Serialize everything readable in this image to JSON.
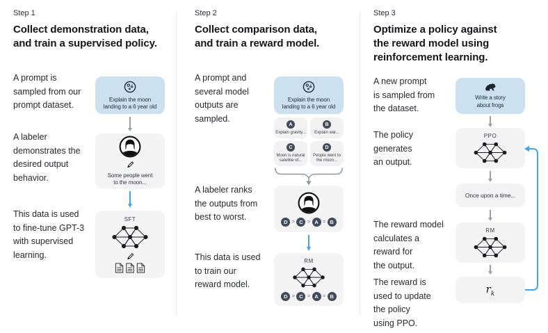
{
  "colors": {
    "prompt_box_bg": "#cce1f0",
    "model_box_bg": "#f4f4f5",
    "option_box_bg": "#f2f2f3",
    "rank_circle_bg": "#414b5c",
    "arrow_gray": "#999fa8",
    "arrow_blue": "#3aa7f0",
    "divider": "#e8e8e8",
    "heading_text": "#141619",
    "body_text": "#26292e"
  },
  "icons": {
    "step1_prompt": "moon-icon",
    "step2_prompt": "moon-icon",
    "step3_prompt": "frog-icon",
    "labeler": "labeler-avatar-icon",
    "written_output": "pencil-icon",
    "training_data": "documents-icon",
    "model": "neural-network-icon",
    "grouping": "brace-icon",
    "flow": "arrow-down-icon",
    "loop": "feedback-arrow-icon"
  },
  "columns": [
    {
      "step_label": "Step 1",
      "title": "Collect demonstration data,\nand train a supervised policy.",
      "captions": {
        "prompt": "A prompt is\nsampled from our\nprompt dataset.",
        "labeler": "A labeler\ndemonstrates the\ndesired output\nbehavior.",
        "train": "This data is used\nto fine-tune GPT-3\nwith supervised\nlearning."
      },
      "boxes": {
        "prompt_text": "Explain the moon\nlanding to a 6 year old",
        "labeler_output": "Some people went\nto the moon...",
        "model_label": "SFT"
      }
    },
    {
      "step_label": "Step 2",
      "title": "Collect comparison data,\nand train a reward model.",
      "captions": {
        "prompt": "A prompt and\nseveral model\noutputs are\nsampled.",
        "rank": "A labeler ranks\nthe outputs from\nbest to worst.",
        "train": "This data is used\nto train our\nreward model."
      },
      "boxes": {
        "prompt_text": "Explain the moon\nlanding to a 6 year old",
        "options": [
          {
            "letter": "A",
            "text": "Explain gravity..."
          },
          {
            "letter": "B",
            "text": "Explain war..."
          },
          {
            "letter": "C",
            "text": "Moon is natural\nsatellite of..."
          },
          {
            "letter": "D",
            "text": "People went to\nthe moon..."
          }
        ],
        "ranking": [
          "D",
          ">",
          "C",
          ">",
          "A",
          "=",
          "B"
        ],
        "model_label": "RM"
      }
    },
    {
      "step_label": "Step 3",
      "title": "Optimize a policy against\nthe reward model using\nreinforcement learning.",
      "captions": {
        "prompt": "A new prompt\nis sampled from\nthe dataset.",
        "policy": "The policy\ngenerates\nan output.",
        "reward": "The reward model\ncalculates a\nreward for\nthe output.",
        "update": "The reward is\nused to update\nthe policy\nusing PPO."
      },
      "boxes": {
        "prompt_text": "Write a story\nabout frogs",
        "policy_label": "PPO",
        "output_text": "Once upon a time...",
        "rm_label": "RM",
        "reward_base": "r",
        "reward_sub": "k"
      }
    }
  ]
}
